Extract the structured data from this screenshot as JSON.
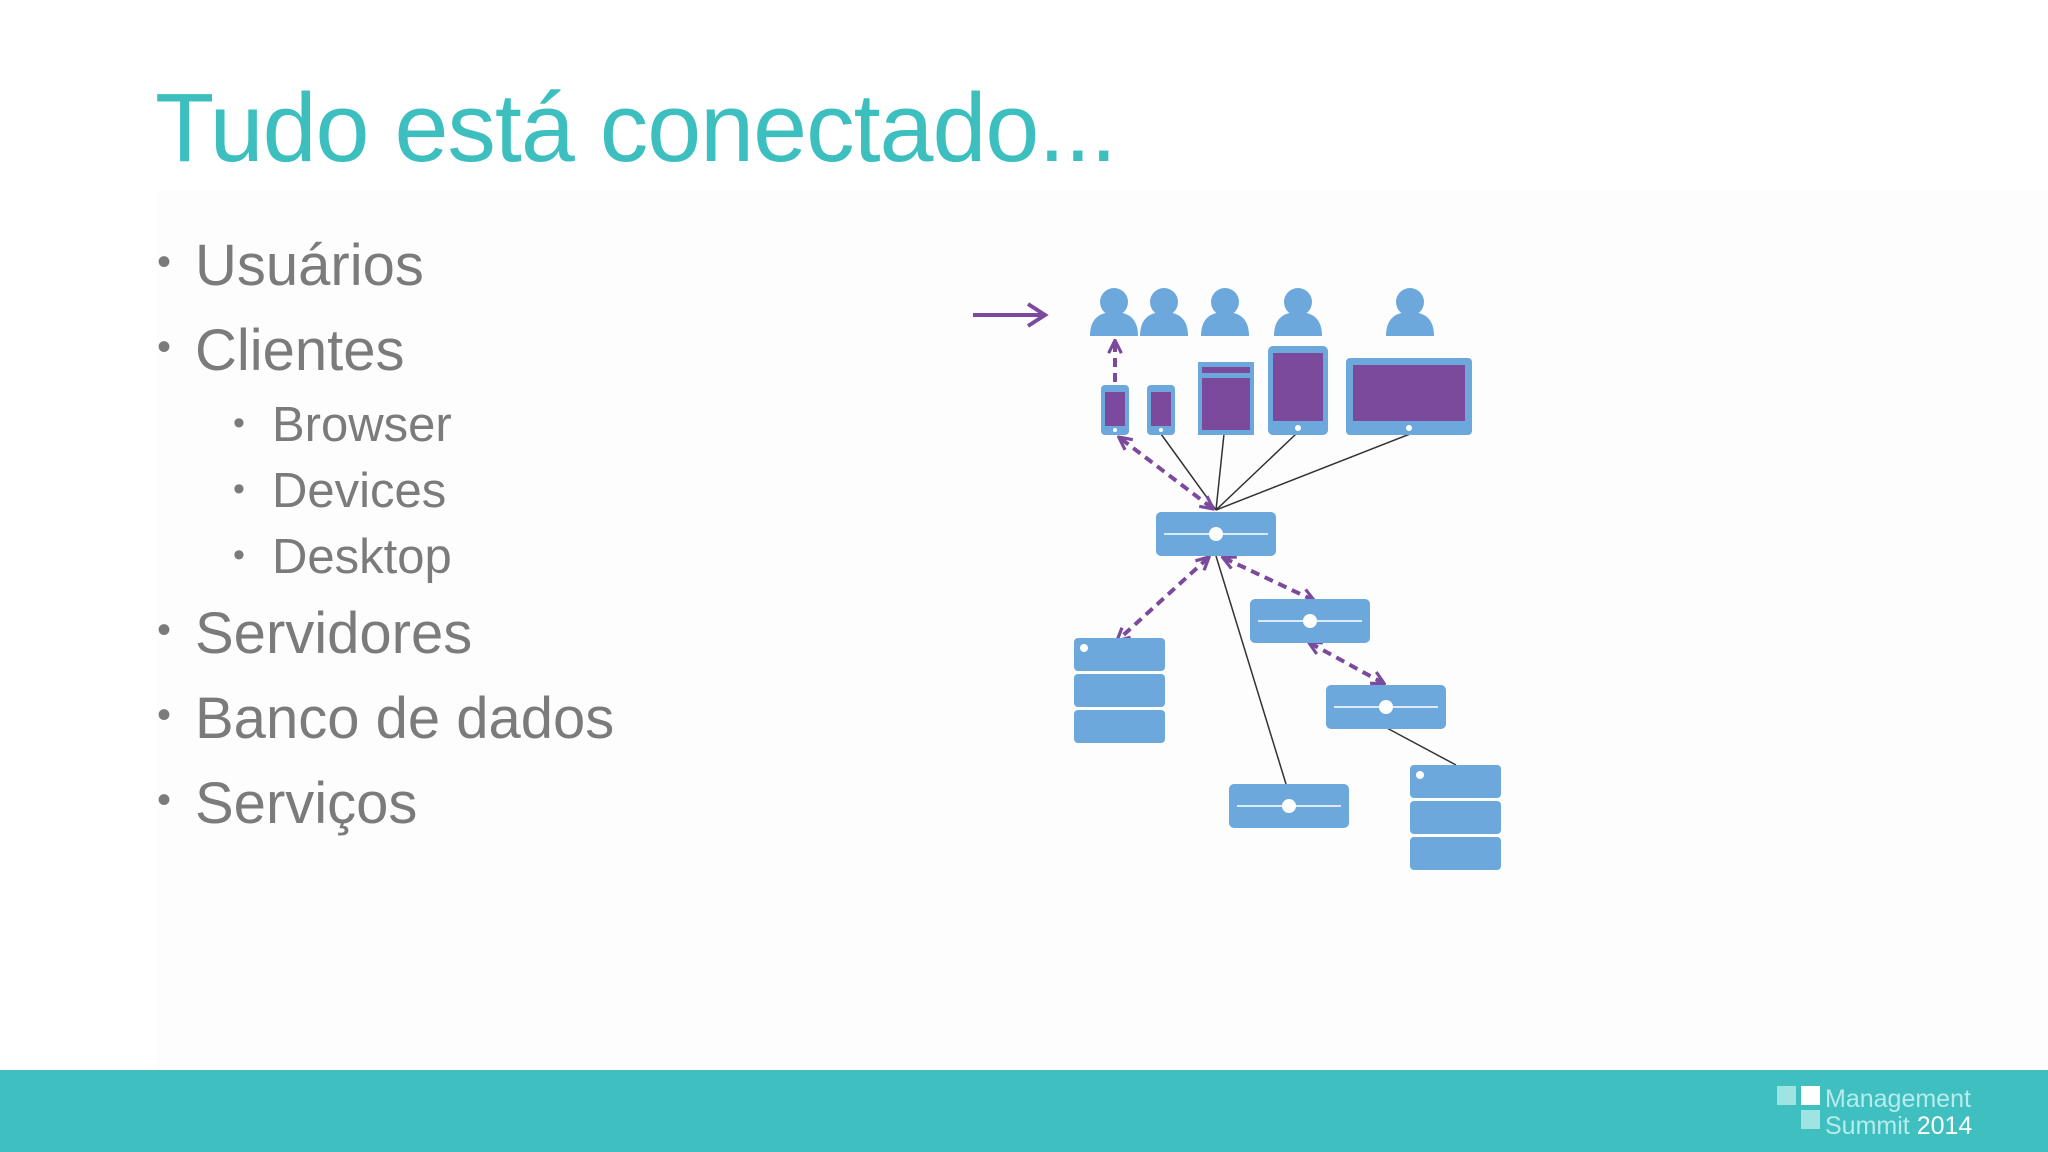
{
  "slide": {
    "title": "Tudo está conectado...",
    "bullets": [
      {
        "level": 1,
        "text": "Usuários"
      },
      {
        "level": 1,
        "text": "Clientes"
      },
      {
        "level": 2,
        "text": "Browser"
      },
      {
        "level": 2,
        "text": "Devices"
      },
      {
        "level": 2,
        "text": "Desktop"
      },
      {
        "level": 1,
        "text": "Servidores"
      },
      {
        "level": 1,
        "text": "Banco de dados"
      },
      {
        "level": 1,
        "text": "Serviços"
      }
    ],
    "bullet_glyph": "•"
  },
  "diagram": {
    "icons": [
      "arrow-right-icon",
      "user-icon",
      "phone-icon",
      "browser-window-icon",
      "tablet-icon",
      "monitor-icon",
      "server-icon",
      "database-icon"
    ],
    "colors": {
      "device_frame": "#6ca8dc",
      "screen": "#7b4a9c",
      "connection": "#7b4a9c",
      "line": "#333333"
    }
  },
  "footer": {
    "brand_line1": "Management",
    "brand_line2": "Summit",
    "brand_year": "2014",
    "colors": {
      "bar": "#40bfc0",
      "logo_light": "#b8ecec"
    }
  }
}
